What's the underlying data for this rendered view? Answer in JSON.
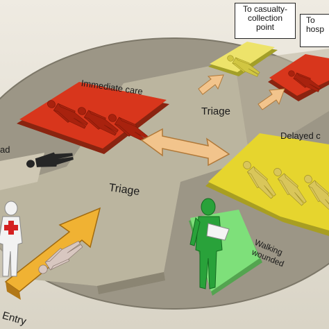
{
  "labels": {
    "immediate_care": "Immediate care",
    "triage_top": "Triage",
    "triage_center": "Triage",
    "delayed_care": "Delayed c",
    "dead": "ad",
    "walking_wounded_1": "Walking",
    "walking_wounded_2": "wounded",
    "entry": "Entry"
  },
  "signs": {
    "casualty_collection": [
      "To casualty-",
      "collection",
      "point"
    ],
    "hospital": [
      "To",
      "hosp"
    ]
  },
  "colors": {
    "immediate_care_mat": "#d8361c",
    "delayed_care_mat": "#e6d52e",
    "walking_wounded_mat": "#7ee07a",
    "entry_arrow": "#f0b233",
    "triage_arrow": "#f2c48c",
    "dead_body": "#262626",
    "floor": "#b7b19c",
    "disc": "#9c9686"
  },
  "icons": {
    "triage_arrow": "double-headed-arrow-icon",
    "medic": "red-cross-medic-icon",
    "walking_patient": "arm-sling-figure-icon"
  }
}
